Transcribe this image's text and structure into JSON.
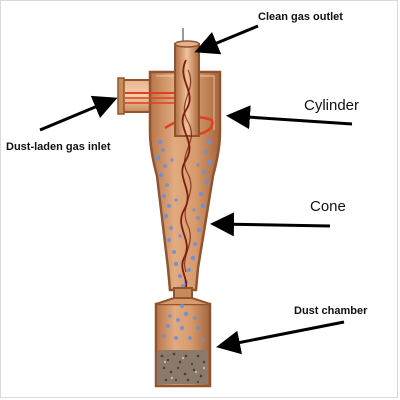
{
  "labels": {
    "clean_gas_outlet": "Clean gas outlet",
    "cylinder": "Cylinder",
    "dust_laden_gas_inlet": "Dust-laden gas inlet",
    "cone": "Cone",
    "dust_chamber": "Dust chamber"
  },
  "colors": {
    "body": "#c98a5a",
    "body_dark": "#8f5530",
    "body_light": "#e6b28a",
    "dust": "#6f8fd6",
    "spiral": "#7a1e10",
    "inlet_flow": "#e0401f",
    "sediment": "#6b5a4e",
    "arrow": "#000000"
  }
}
